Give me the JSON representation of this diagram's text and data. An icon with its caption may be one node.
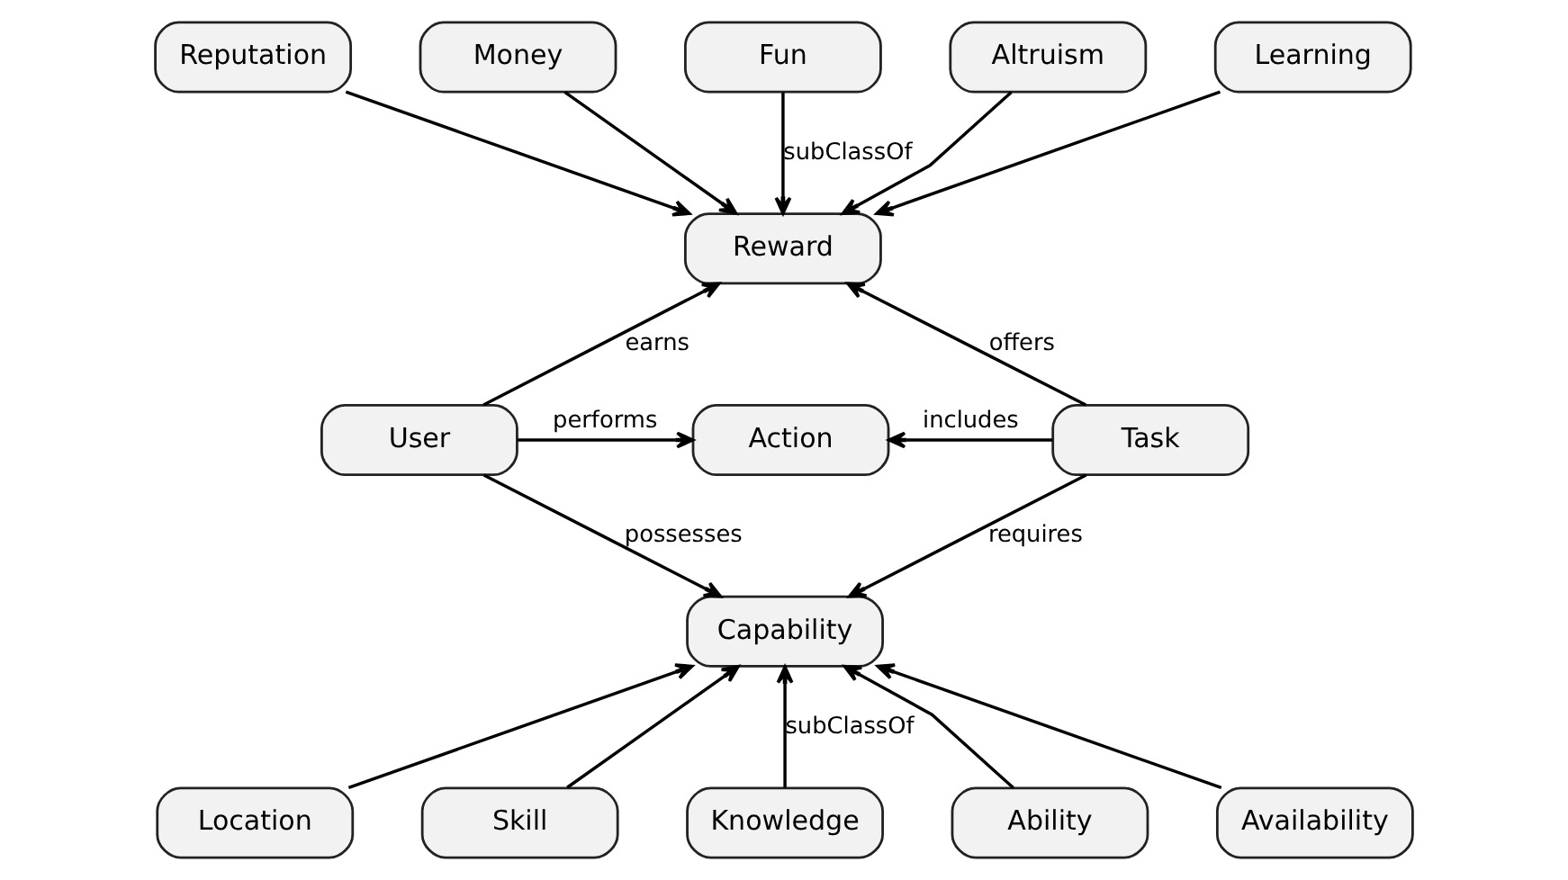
{
  "diagram": {
    "nodes": [
      {
        "text": [
          "Reputation"
        ]
      },
      {
        "text": [
          "Money"
        ]
      },
      {
        "text": [
          "Fun"
        ]
      },
      {
        "text": [
          "Altruism"
        ]
      },
      {
        "text": [
          "Learning"
        ]
      },
      {
        "text": [
          "Reward"
        ]
      },
      {
        "text": [
          "User"
        ]
      },
      {
        "text": [
          "Action"
        ]
      },
      {
        "text": [
          "Task"
        ]
      },
      {
        "text": [
          "Capability"
        ]
      },
      {
        "text": [
          "Location"
        ]
      },
      {
        "text": [
          "Skill"
        ]
      },
      {
        "text": [
          "Knowledge"
        ]
      },
      {
        "text": [
          "Ability"
        ]
      },
      {
        "text": [
          "Availability"
        ]
      }
    ],
    "edges": [
      {
        "from": 0,
        "to": 5,
        "arrow": "to"
      },
      {
        "from": 1,
        "to": 5,
        "arrow": "to"
      },
      {
        "from": 2,
        "to": 5,
        "arrow": "to",
        "label": "subClassOf"
      },
      {
        "from": 3,
        "to": 5,
        "arrow": "to"
      },
      {
        "from": 4,
        "to": 5,
        "arrow": "to"
      },
      {
        "from": 6,
        "to": 5,
        "arrow": "to",
        "label": "earns"
      },
      {
        "from": 6,
        "to": 7,
        "arrow": "to",
        "label": "performs"
      },
      {
        "from": 6,
        "to": 9,
        "arrow": "to",
        "label": "possesses"
      },
      {
        "from": 8,
        "to": 5,
        "arrow": "to",
        "label": "offers"
      },
      {
        "from": 8,
        "to": 7,
        "arrow": "to",
        "label": "includes"
      },
      {
        "from": 8,
        "to": 9,
        "arrow": "to",
        "label": "requires"
      },
      {
        "from": 10,
        "to": 9,
        "arrow": "to"
      },
      {
        "from": 11,
        "to": 9,
        "arrow": "to"
      },
      {
        "from": 12,
        "to": 9,
        "arrow": "to",
        "label": "subClassOf"
      },
      {
        "from": 13,
        "to": 9,
        "arrow": "to"
      },
      {
        "from": 14,
        "to": 9,
        "arrow": "to"
      }
    ]
  }
}
